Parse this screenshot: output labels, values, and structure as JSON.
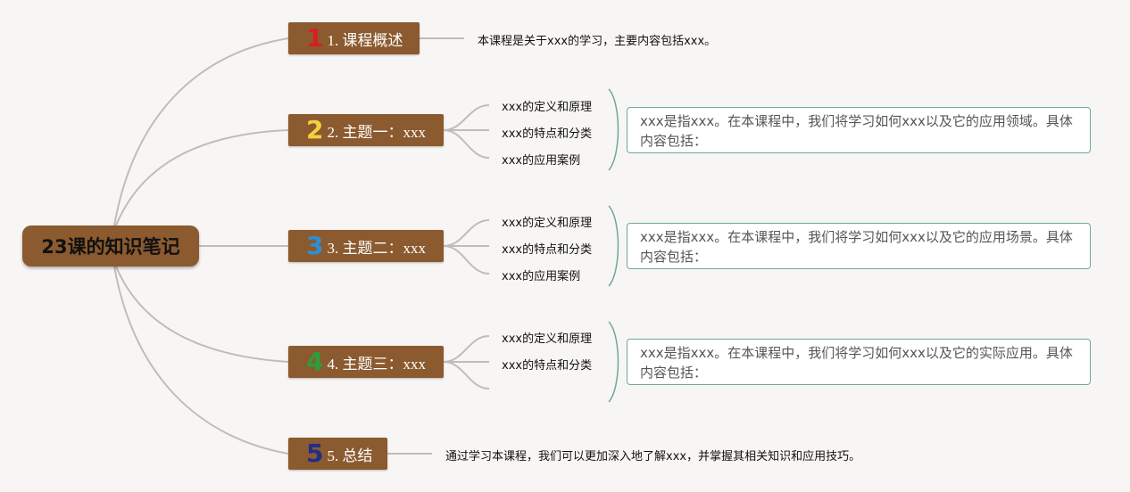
{
  "root": {
    "title": "23课的知识笔记"
  },
  "branches": [
    {
      "number": "1",
      "label": "1. 课程概述",
      "num_color": "#d62020",
      "note": "本课程是关于xxx的学习，主要内容包括xxx。"
    },
    {
      "number": "2",
      "label": "2. 主题一：xxx",
      "num_color": "#f4d03f",
      "subtopics": [
        "xxx的定义和原理",
        "xxx的特点和分类",
        "xxx的应用案例"
      ],
      "detail": "xxx是指xxx。在本课程中，我们将学习如何xxx以及它的应用领域。具体内容包括："
    },
    {
      "number": "3",
      "label": "3. 主题二：xxx",
      "num_color": "#2e8fd6",
      "subtopics": [
        "xxx的定义和原理",
        "xxx的特点和分类",
        "xxx的应用案例"
      ],
      "detail": "xxx是指xxx。在本课程中，我们将学习如何xxx以及它的应用场景。具体内容包括："
    },
    {
      "number": "4",
      "label": "4. 主题三：xxx",
      "num_color": "#2e9e3a",
      "subtopics": [
        "xxx的定义和原理",
        "xxx的特点和分类"
      ],
      "detail": "xxx是指xxx。在本课程中，我们将学习如何xxx以及它的实际应用。具体内容包括："
    },
    {
      "number": "5",
      "label": "5. 总结",
      "num_color": "#1f2f8a",
      "note": "通过学习本课程，我们可以更加深入地了解xxx，并掌握其相关知识和应用技巧。"
    }
  ]
}
